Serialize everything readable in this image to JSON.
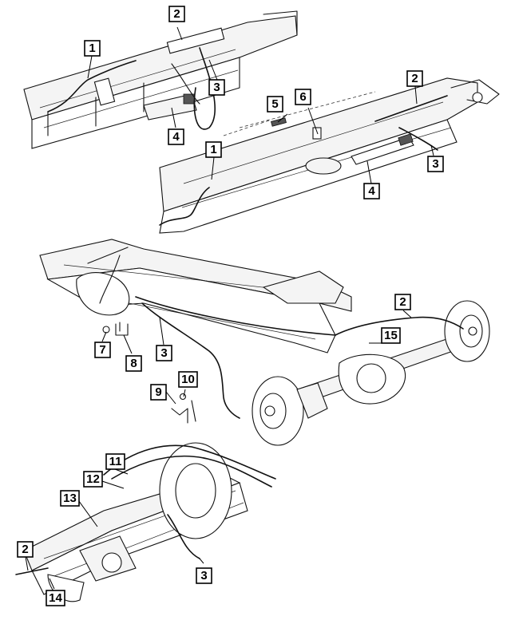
{
  "callouts": [
    {
      "id": "c-top-1",
      "label": "1"
    },
    {
      "id": "c-top-2",
      "label": "2"
    },
    {
      "id": "c-top-3",
      "label": "3"
    },
    {
      "id": "c-top-4",
      "label": "4"
    },
    {
      "id": "c-mid-1",
      "label": "1"
    },
    {
      "id": "c-mid-2",
      "label": "2"
    },
    {
      "id": "c-mid-3",
      "label": "3"
    },
    {
      "id": "c-mid-4",
      "label": "4"
    },
    {
      "id": "c-mid-5",
      "label": "5"
    },
    {
      "id": "c-mid-6",
      "label": "6"
    },
    {
      "id": "c-axle-2",
      "label": "2"
    },
    {
      "id": "c-axle-3",
      "label": "3"
    },
    {
      "id": "c-axle-7",
      "label": "7"
    },
    {
      "id": "c-axle-8",
      "label": "8"
    },
    {
      "id": "c-axle-9",
      "label": "9"
    },
    {
      "id": "c-axle-10",
      "label": "10"
    },
    {
      "id": "c-axle-15",
      "label": "15"
    },
    {
      "id": "c-bot-2",
      "label": "2"
    },
    {
      "id": "c-bot-3",
      "label": "3"
    },
    {
      "id": "c-bot-11",
      "label": "11"
    },
    {
      "id": "c-bot-12",
      "label": "12"
    },
    {
      "id": "c-bot-13",
      "label": "13"
    },
    {
      "id": "c-bot-14",
      "label": "14"
    }
  ]
}
